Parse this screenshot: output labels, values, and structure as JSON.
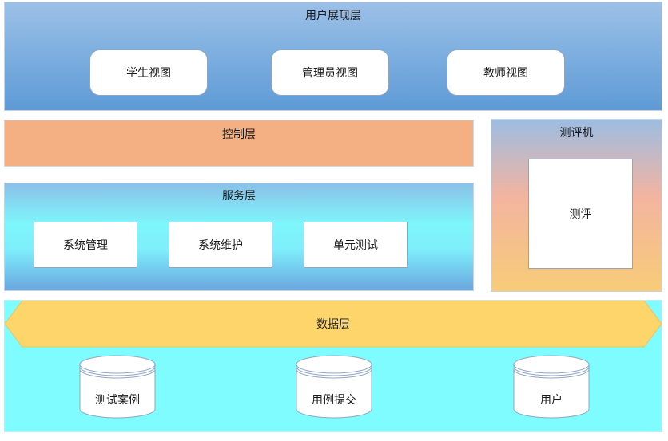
{
  "ui_layer": {
    "title": "用户展现层",
    "views": [
      "学生视图",
      "管理员视图",
      "教师视图"
    ]
  },
  "control_layer": {
    "title": "控制层"
  },
  "service_layer": {
    "title": "服务层",
    "modules": [
      "系统管理",
      "系统维护",
      "单元测试"
    ]
  },
  "evaluator": {
    "title": "测评机",
    "box_label": "测评"
  },
  "data_layer": {
    "banner": "数据层",
    "stores": [
      "测试案例",
      "用例提交",
      "用户"
    ]
  },
  "colors": {
    "ui_layer": "#7fb0e0",
    "control_layer": "#f4b082",
    "service_layer": "#7ef6fb",
    "data_layer": "#7ffcff",
    "data_banner": "#fdd56b",
    "box_border": "#8fa6c2"
  }
}
